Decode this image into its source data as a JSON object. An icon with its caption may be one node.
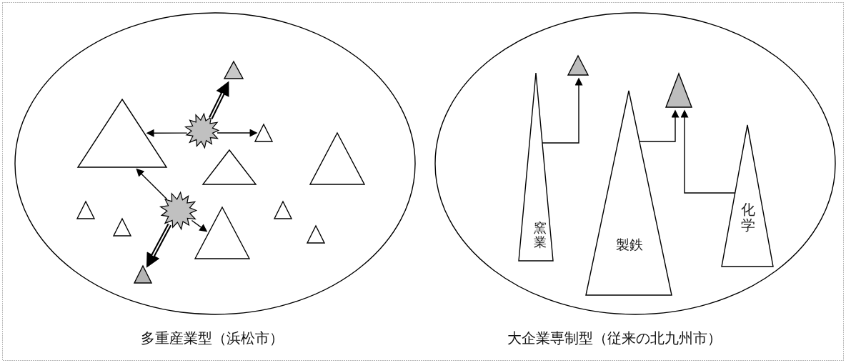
{
  "diagram": {
    "nodes": [
      {
        "text": [
          "多重産業型（浜松市）"
        ]
      },
      {
        "text": [],
        "shape": "triangle",
        "in": 0
      },
      {
        "text": [],
        "shape": "triangle",
        "in": 0
      },
      {
        "text": [],
        "shape": "starburst",
        "in": 0
      },
      {
        "text": [],
        "shape": "triangle",
        "in": 0
      },
      {
        "text": [],
        "shape": "triangle",
        "in": 0
      },
      {
        "text": [],
        "shape": "triangle",
        "in": 0
      },
      {
        "text": [],
        "shape": "triangle",
        "in": 0
      },
      {
        "text": [],
        "shape": "triangle",
        "in": 0
      },
      {
        "text": [],
        "shape": "starburst",
        "in": 0
      },
      {
        "text": [],
        "shape": "triangle",
        "in": 0
      },
      {
        "text": [],
        "shape": "triangle",
        "in": 0
      },
      {
        "text": [],
        "shape": "triangle",
        "in": 0
      },
      {
        "text": [],
        "shape": "triangle",
        "in": 0
      },
      {
        "text": [
          "大企業専制型（従来の北九州市）"
        ]
      },
      {
        "text": [],
        "shape": "triangle",
        "in": 14
      },
      {
        "text": [
          "窯業"
        ],
        "in": 14
      },
      {
        "text": [],
        "shape": "triangle",
        "in": 14
      },
      {
        "text": [
          "製鉄"
        ],
        "in": 14
      },
      {
        "text": [
          "化学"
        ],
        "in": 14
      }
    ],
    "edges": [
      {
        "from": 3,
        "to": 2,
        "arrow": "to"
      },
      {
        "from": 3,
        "to": 4,
        "arrow": "to"
      },
      {
        "from": 3,
        "to": 1,
        "arrow": "to",
        "style": "thick"
      },
      {
        "from": 9,
        "to": 2,
        "arrow": "to"
      },
      {
        "from": 9,
        "to": 10,
        "arrow": "to"
      },
      {
        "from": 9,
        "to": 13,
        "arrow": "to",
        "style": "thick"
      },
      {
        "from": 16,
        "to": 15,
        "arrow": "to"
      },
      {
        "from": 18,
        "to": 17,
        "arrow": "to"
      },
      {
        "from": 19,
        "to": 17,
        "arrow": "to"
      }
    ]
  }
}
